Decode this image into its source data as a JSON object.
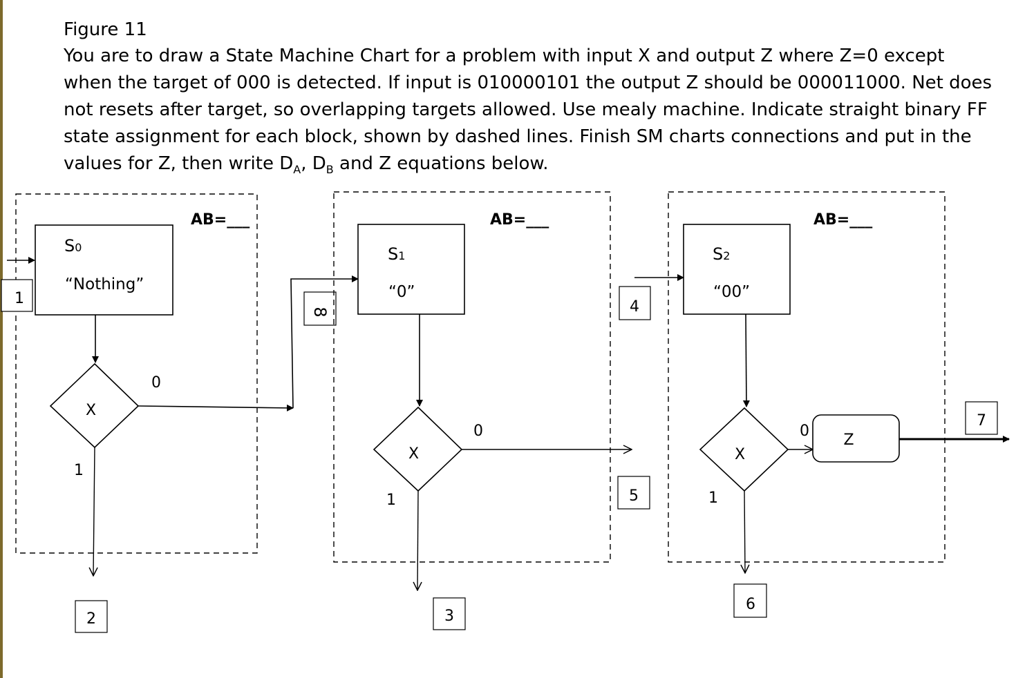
{
  "figure": {
    "title": "Figure 11",
    "description_lines": [
      "You are to draw a State Machine Chart for a problem with input X and output Z where Z=0 except",
      "when the target of 000 is detected.  If input is 010000101 the output Z should be 000011000. Net does",
      "not resets after target, so overlapping targets allowed. Use mealy machine.  Indicate straight binary FF",
      "state assignment for each block, shown by dashed lines. Finish SM charts connections and put in the",
      "values for Z, then write D",
      "A",
      ", D",
      "B",
      " and Z equations below."
    ]
  },
  "blocks": [
    {
      "ab_label": "AB=___",
      "state": "S",
      "state_sub": "0",
      "output": "“Nothing”",
      "decision": "X",
      "branch_zero": "0",
      "branch_one": "1"
    },
    {
      "ab_label": "AB=___",
      "state": "S",
      "state_sub": "1",
      "output": "“0”",
      "decision": "X",
      "branch_zero": "0",
      "branch_one": "1"
    },
    {
      "ab_label": "AB=___",
      "state": "S",
      "state_sub": "2",
      "output": "“00”",
      "decision": "X",
      "branch_zero": "0",
      "branch_one": "1",
      "conditional_output": "Z"
    }
  ],
  "connection_labels": [
    "1",
    "2",
    "3",
    "4",
    "5",
    "6",
    "7",
    "8"
  ],
  "colors": {
    "line": "#000000",
    "left_rule": "#7d6a2c"
  }
}
